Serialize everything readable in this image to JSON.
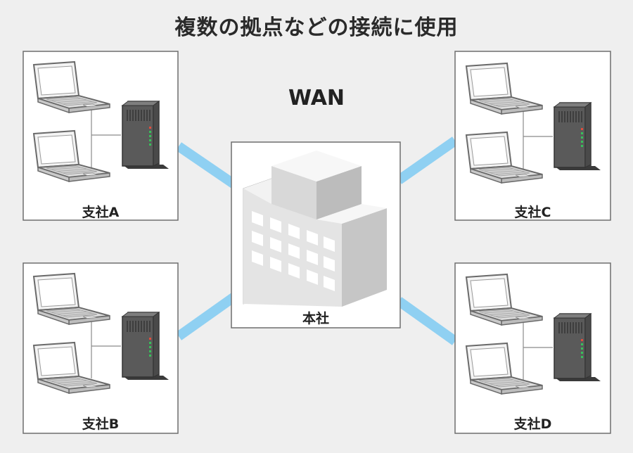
{
  "title": "複数の拠点などの接続に使用",
  "wan_label": "WAN",
  "hq_label": "本社",
  "branches": [
    {
      "label": "支社A"
    },
    {
      "label": "支社B"
    },
    {
      "label": "支社C"
    },
    {
      "label": "支社D"
    }
  ],
  "colors": {
    "background": "#efefef",
    "link": "#8fd0f2",
    "box_border": "#6e6e6e",
    "router": "#5c5c5c",
    "building": "#d6d6d6"
  },
  "icons": [
    "laptop-icon",
    "router-icon",
    "building-icon"
  ]
}
